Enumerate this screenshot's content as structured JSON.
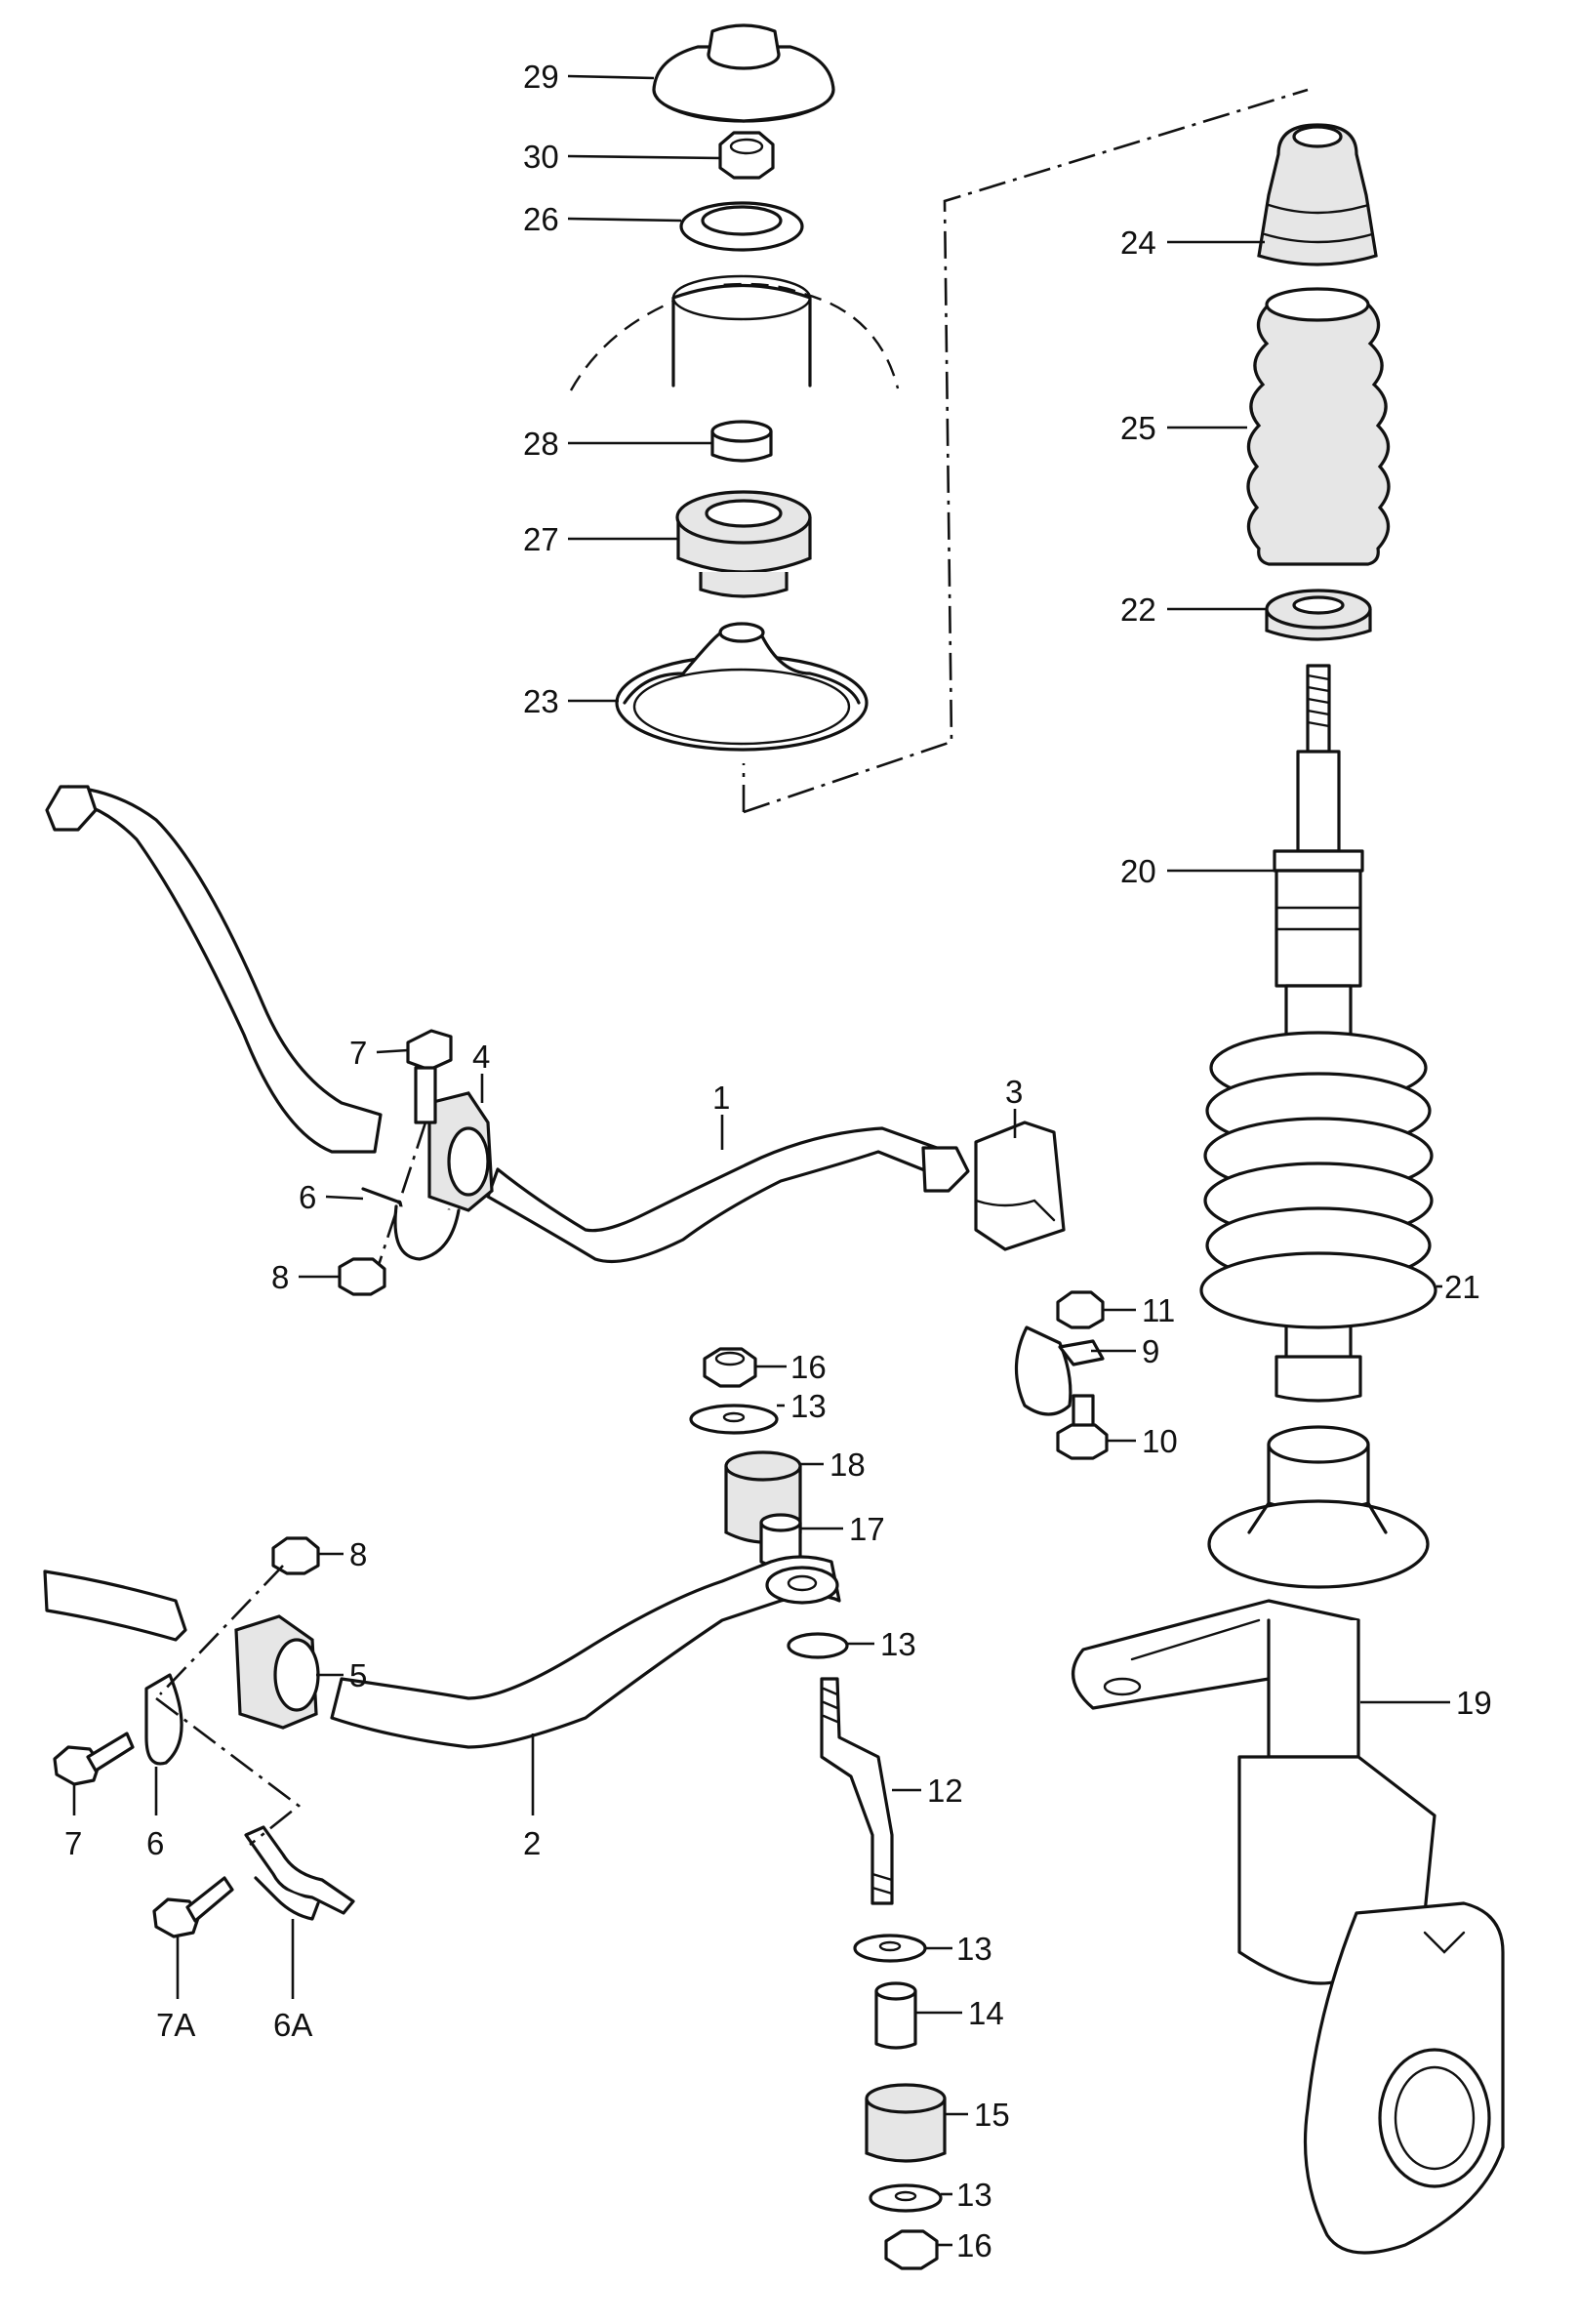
{
  "callouts": [
    {
      "id": "l29",
      "text": "29"
    },
    {
      "id": "l30",
      "text": "30"
    },
    {
      "id": "l26",
      "text": "26"
    },
    {
      "id": "l24",
      "text": "24"
    },
    {
      "id": "l25",
      "text": "25"
    },
    {
      "id": "l28",
      "text": "28"
    },
    {
      "id": "l27",
      "text": "27"
    },
    {
      "id": "l22",
      "text": "22"
    },
    {
      "id": "l23",
      "text": "23"
    },
    {
      "id": "l20",
      "text": "20"
    },
    {
      "id": "l7a",
      "text": "7"
    },
    {
      "id": "l4",
      "text": "4"
    },
    {
      "id": "l1",
      "text": "1"
    },
    {
      "id": "l3",
      "text": "3"
    },
    {
      "id": "l6a",
      "text": "6"
    },
    {
      "id": "l8a",
      "text": "8"
    },
    {
      "id": "l21",
      "text": "21"
    },
    {
      "id": "l11",
      "text": "11"
    },
    {
      "id": "l9",
      "text": "9"
    },
    {
      "id": "l10",
      "text": "10"
    },
    {
      "id": "l16a",
      "text": "16"
    },
    {
      "id": "l13a",
      "text": "13"
    },
    {
      "id": "l18",
      "text": "18"
    },
    {
      "id": "l17",
      "text": "17"
    },
    {
      "id": "l8b",
      "text": "8"
    },
    {
      "id": "l5",
      "text": "5"
    },
    {
      "id": "l13b",
      "text": "13"
    },
    {
      "id": "l19",
      "text": "19"
    },
    {
      "id": "l12",
      "text": "12"
    },
    {
      "id": "l7b",
      "text": "7"
    },
    {
      "id": "l6b",
      "text": "6"
    },
    {
      "id": "l2",
      "text": "2"
    },
    {
      "id": "l13c",
      "text": "13"
    },
    {
      "id": "l14",
      "text": "14"
    },
    {
      "id": "l7A",
      "text": "7A"
    },
    {
      "id": "l6A",
      "text": "6A"
    },
    {
      "id": "l15",
      "text": "15"
    },
    {
      "id": "l13d",
      "text": "13"
    },
    {
      "id": "l16b",
      "text": "16"
    }
  ]
}
